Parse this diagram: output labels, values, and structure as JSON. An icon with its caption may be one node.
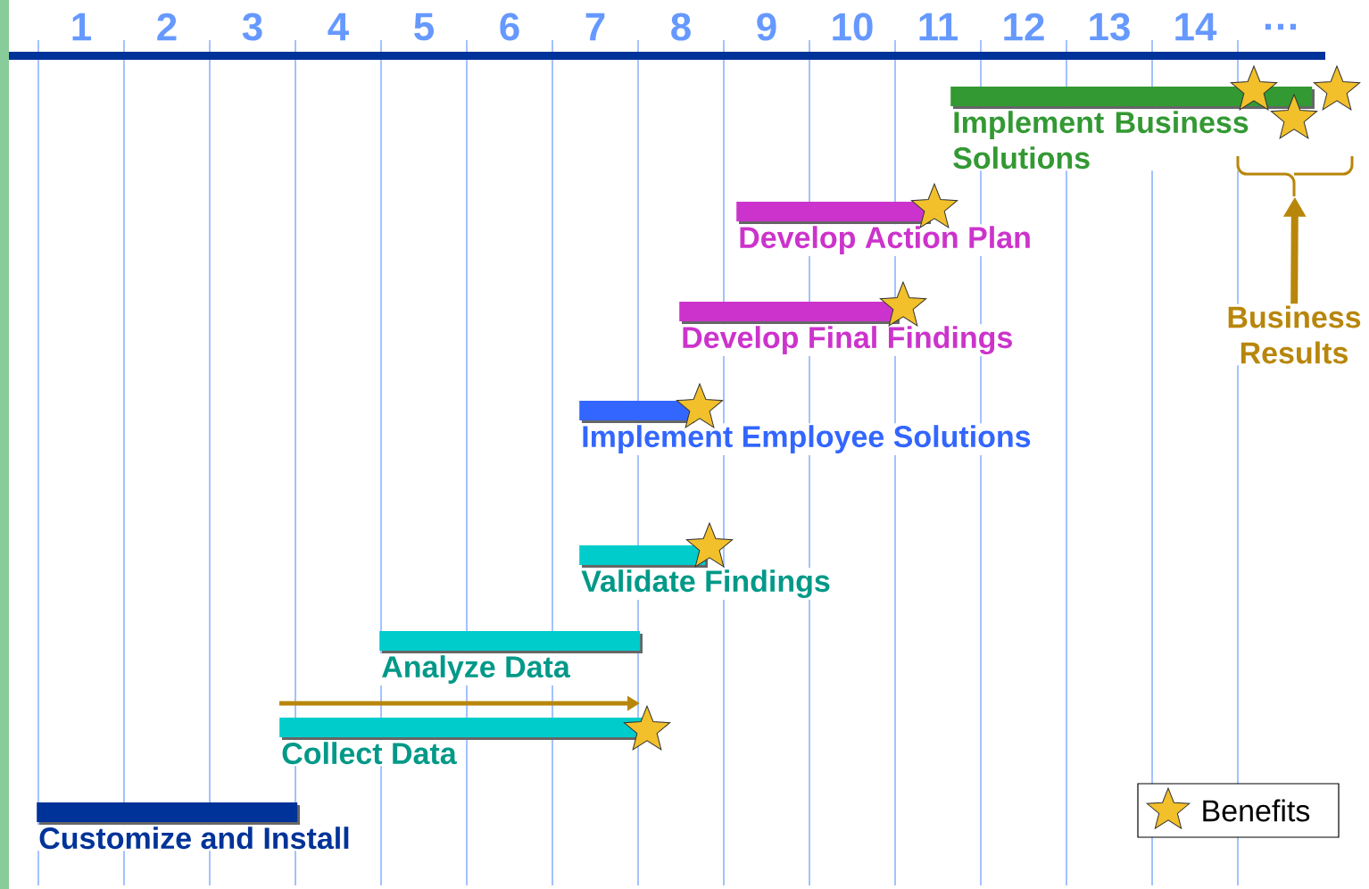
{
  "diagram": {
    "nodes": [
      {
        "text": [
          "Implement Business Solutions"
        ]
      },
      {
        "text": [],
        "shape": "brace"
      },
      {
        "text": [
          "Develop Action Plan"
        ]
      },
      {
        "text": [
          "Business Results"
        ]
      },
      {
        "text": [
          "Develop Final Findings"
        ]
      },
      {
        "text": [
          "Implement Employee Solutions"
        ]
      },
      {
        "text": [
          "Validate Findings"
        ]
      },
      {
        "text": [
          "Analyze Data"
        ]
      },
      {
        "text": [
          "Collect Data"
        ]
      },
      {
        "text": [
          "Customize and Install"
        ]
      }
    ],
    "edges": [
      {
        "from": 3,
        "to": 1,
        "arrow": "to"
      }
    ],
    "labels": [
      "1",
      "2",
      "3",
      "4",
      "5",
      "6",
      "7",
      "8",
      "9",
      "10",
      "11",
      "12",
      "13",
      "14",
      "…"
    ],
    "legend": [
      {
        "text": "Benefits"
      }
    ]
  }
}
